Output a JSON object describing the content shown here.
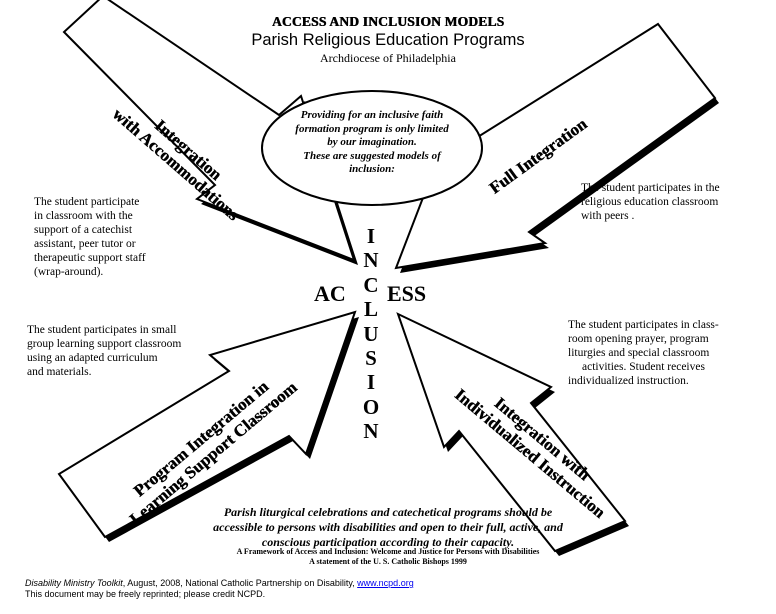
{
  "header": {
    "title": "ACCESS AND INCLUSION MODELS",
    "subtitle": "Parish Religious Education Programs",
    "org": "Archdiocese of Philadelphia"
  },
  "oval": {
    "lines": [
      "Providing for an inclusive faith",
      "formation program is only limited",
      "by our imagination.",
      "These are suggested models of",
      "inclusion:"
    ]
  },
  "arrows": {
    "top_left": {
      "lines": [
        "Integration",
        "with Accommodations"
      ]
    },
    "top_right": {
      "lines": [
        "Full Integration"
      ]
    },
    "bottom_left": {
      "lines": [
        "Program Integration in",
        "Learning Support Classroom"
      ]
    },
    "bottom_right": {
      "lines": [
        "Integration with",
        "Individualized Instruction"
      ]
    }
  },
  "descriptions": {
    "top_left": [
      "The student participate",
      "in classroom with the",
      "support of a catechist",
      "assistant, peer tutor or",
      "therapeutic support staff",
      "(wrap-around)."
    ],
    "top_right": [
      "The student participates in the",
      "religious education classroom",
      "with peers ."
    ],
    "bottom_left": [
      "The student participates in small",
      "group learning support classroom",
      "using an adapted curriculum",
      "and materials."
    ],
    "bottom_right": [
      "The student participates in class-",
      "room opening prayer, program",
      "liturgies and special classroom",
      "activities. Student receives",
      "individualized instruction."
    ]
  },
  "center": {
    "access_left": "AC",
    "access_right": "ESS",
    "inclusion_letters": [
      "I",
      "N",
      "C",
      "L",
      "U",
      "S",
      "I",
      "O",
      "N"
    ]
  },
  "quote": {
    "lines": [
      "Parish liturgical celebrations and catechetical programs should be",
      "accessible to persons with disabilities and open to their full, active, and",
      "conscious participation according to their capacity."
    ],
    "citation_1": "A Framework of Access and Inclusion:  Welcome and Justice for Persons with Disabilities",
    "citation_2": "A statement of the U. S. Catholic Bishops 1999"
  },
  "footer": {
    "toolkit_title": "Disability Ministry Toolkit",
    "line1_rest": ", August, 2008, National Catholic Partnership on Disability, ",
    "link_text": "www.ncpd.org",
    "line2": "This document may be freely reprinted; please credit NCPD."
  },
  "colors": {
    "arrow_fill": "#ffffff",
    "arrow_stroke": "#000000",
    "arrow_shadow": "#000000",
    "link": "#0000ee"
  }
}
